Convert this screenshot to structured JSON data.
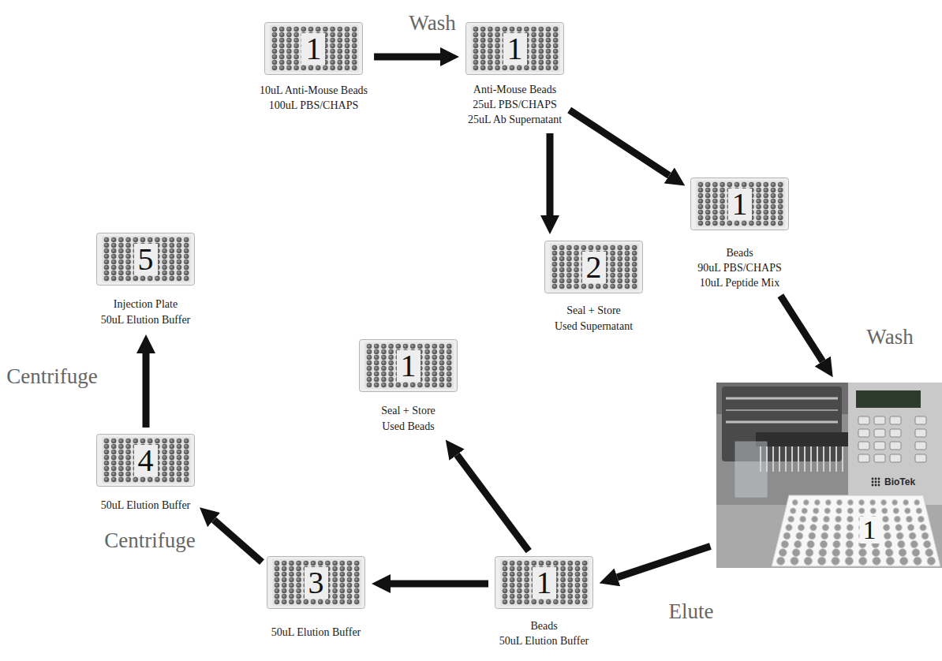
{
  "diagram": {
    "nodes": [
      {
        "text": [
          "1",
          "10uL Anti-Mouse Beads",
          "100uL PBS/CHAPS"
        ]
      },
      {
        "text": [
          "1",
          "Anti-Mouse Beads",
          "25uL PBS/CHAPS",
          "25uL Ab Supernatant"
        ]
      },
      {
        "text": [
          "2",
          "Seal + Store",
          "Used Supernatant"
        ]
      },
      {
        "text": [
          "1",
          "Beads",
          "90uL PBS/CHAPS",
          "10uL Peptide Mix"
        ]
      },
      {
        "text": [
          "1"
        ]
      },
      {
        "text": [
          "1",
          "Beads",
          "50uL Elution Buffer"
        ]
      },
      {
        "text": [
          "1",
          "Seal + Store",
          "Used Beads"
        ]
      },
      {
        "text": [
          "3",
          "50uL Elution Buffer"
        ]
      },
      {
        "text": [
          "4",
          "50uL Elution Buffer"
        ]
      },
      {
        "text": [
          "5",
          "Injection Plate",
          "50uL Elution Buffer"
        ]
      }
    ],
    "edges": [
      {
        "from": 0,
        "to": 1,
        "arrow": "to",
        "label": "Wash"
      },
      {
        "from": 1,
        "to": 2,
        "arrow": "to"
      },
      {
        "from": 1,
        "to": 3,
        "arrow": "to"
      },
      {
        "from": 3,
        "to": 4,
        "arrow": "to",
        "label": "Wash"
      },
      {
        "from": 4,
        "to": 5,
        "arrow": "to",
        "label": "Elute"
      },
      {
        "from": 5,
        "to": 6,
        "arrow": "to"
      },
      {
        "from": 5,
        "to": 7,
        "arrow": "to"
      },
      {
        "from": 7,
        "to": 8,
        "arrow": "to",
        "label": "Centrifuge"
      },
      {
        "from": 8,
        "to": 9,
        "arrow": "to",
        "label": "Centrifuge"
      }
    ],
    "labels": [
      "BioTek"
    ]
  }
}
